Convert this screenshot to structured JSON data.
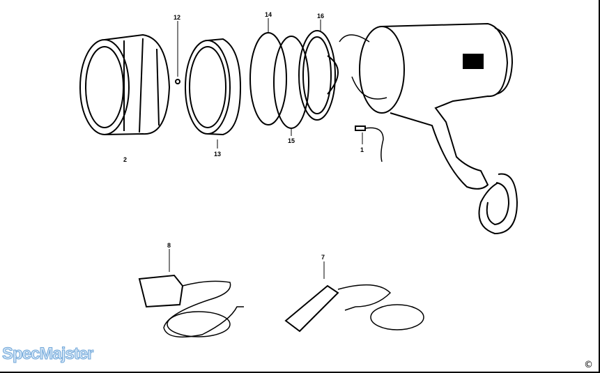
{
  "diagram": {
    "callouts": [
      "12",
      "14",
      "16",
      "2",
      "13",
      "15",
      "1",
      "8",
      "7"
    ],
    "parts": {
      "p1": "1",
      "p2": "2",
      "p7": "7",
      "p8": "8",
      "p12": "12",
      "p13": "13",
      "p14": "14",
      "p15": "15",
      "p16": "16"
    }
  },
  "watermark": "SpecMajster",
  "copyright": "©"
}
